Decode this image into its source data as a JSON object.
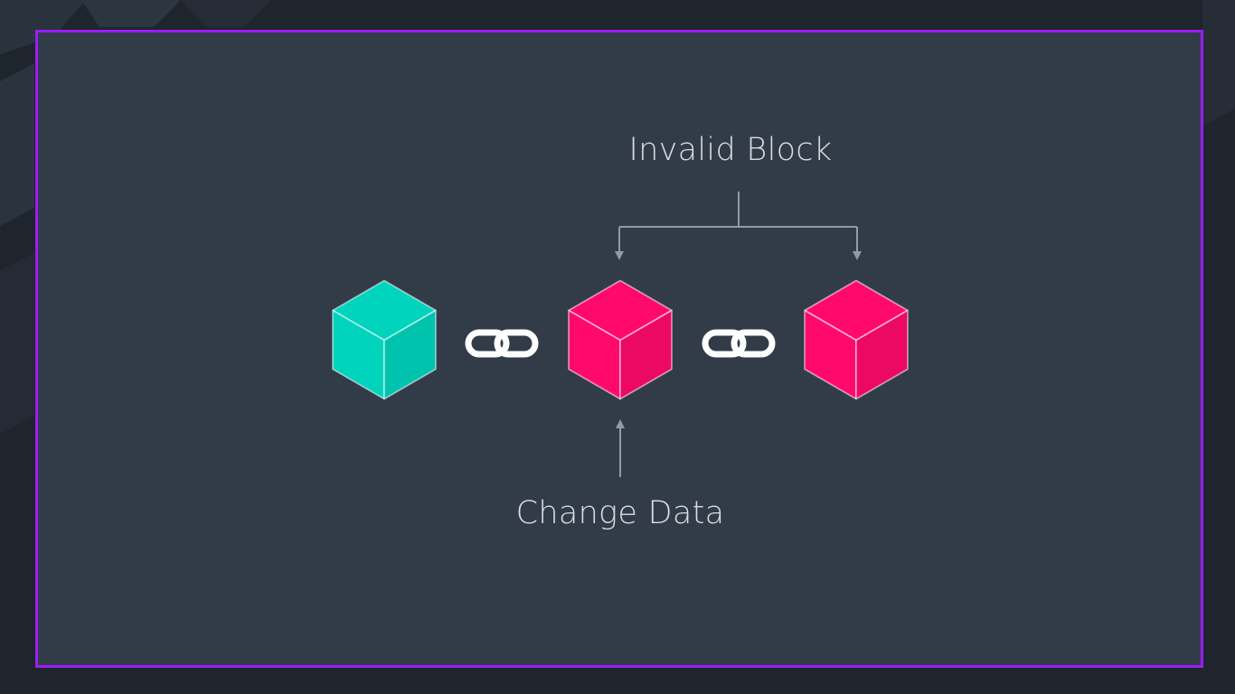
{
  "diagram": {
    "top_label": "Invalid Block",
    "bottom_label": "Change Data"
  },
  "blocks": [
    {
      "name": "block-valid",
      "color": "#00d4bd",
      "state": "valid"
    },
    {
      "name": "block-changed",
      "color": "#ff0a6c",
      "state": "invalid"
    },
    {
      "name": "block-next",
      "color": "#ff0a6c",
      "state": "invalid"
    }
  ],
  "links": [
    "link-icon",
    "link-icon"
  ],
  "colors": {
    "frame": "#9b1cf5",
    "slide_background": "#323b48",
    "connector": "#8f9bab",
    "text": "#d9dde3"
  }
}
